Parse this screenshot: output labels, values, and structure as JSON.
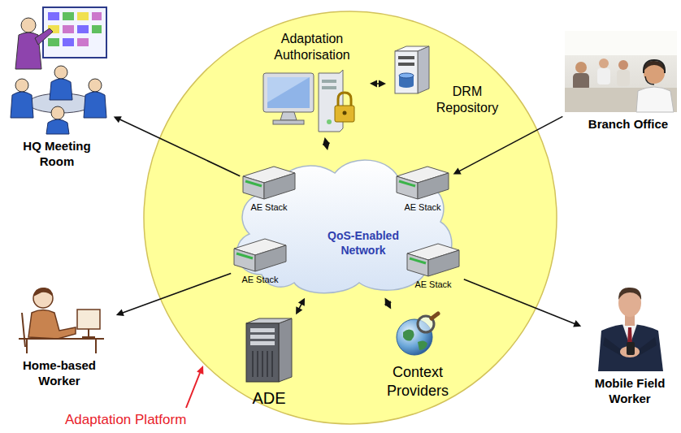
{
  "diagram": {
    "nodes": [
      {
        "text": [
          "HQ Meeting Room"
        ]
      },
      {
        "text": [
          "Adaptation Platform"
        ]
      },
      {
        "text": [
          "Adaptation Authorisation"
        ],
        "in": 1
      },
      {
        "text": [
          "DRM Repository"
        ],
        "in": 1
      },
      {
        "text": [
          "Branch Office"
        ]
      },
      {
        "text": [
          "QoS-Enabled Network"
        ],
        "in": 1
      },
      {
        "text": [
          "AE Stack"
        ],
        "in": 5
      },
      {
        "text": [
          "AE Stack"
        ],
        "in": 5
      },
      {
        "text": [
          "AE Stack"
        ],
        "in": 5
      },
      {
        "text": [
          "AE Stack"
        ],
        "in": 5
      },
      {
        "text": [
          "Home-based Worker"
        ]
      },
      {
        "text": [
          "ADE"
        ],
        "in": 1
      },
      {
        "text": [
          "Context Providers"
        ],
        "in": 1
      },
      {
        "text": [
          "Mobile Field Worker"
        ]
      }
    ],
    "edges": [
      {
        "from": 2,
        "to": 3,
        "arrow": "both"
      },
      {
        "from": 5,
        "to": 2,
        "arrow": "both"
      },
      {
        "from": 6,
        "to": 0,
        "arrow": "to"
      },
      {
        "from": 4,
        "to": 7,
        "arrow": "to"
      },
      {
        "from": 8,
        "to": 10,
        "arrow": "to"
      },
      {
        "from": 9,
        "to": 13,
        "arrow": "to"
      },
      {
        "from": 5,
        "to": 11,
        "arrow": "both"
      },
      {
        "from": 5,
        "to": 12,
        "arrow": "both"
      }
    ]
  }
}
